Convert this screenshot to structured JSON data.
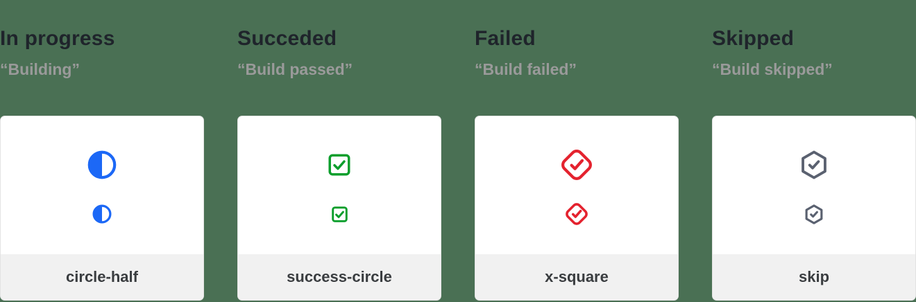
{
  "colors": {
    "background": "#4a7054",
    "in_progress_blue": "#1c68f6",
    "success_green": "#0c9e2c",
    "failed_red": "#e4222e",
    "skipped_gray": "#5a6170",
    "heading_text": "#1f242b",
    "subtitle_text": "#9a9a9a",
    "card_background": "#ffffff",
    "card_border": "#e3e3e3",
    "footer_background": "#f1f1f1",
    "footer_text": "#3a3d40"
  },
  "columns": [
    {
      "title": "In progress",
      "subtitle": "“Building”",
      "icon": "circle-half-icon",
      "label": "circle-half"
    },
    {
      "title": "Succeded",
      "subtitle": "“Build passed”",
      "icon": "success-circle-icon",
      "label": "success-circle"
    },
    {
      "title": "Failed",
      "subtitle": "“Build failed”",
      "icon": "x-square-icon",
      "label": "x-square"
    },
    {
      "title": "Skipped",
      "subtitle": "“Build skipped”",
      "icon": "skip-icon",
      "label": "skip"
    }
  ]
}
